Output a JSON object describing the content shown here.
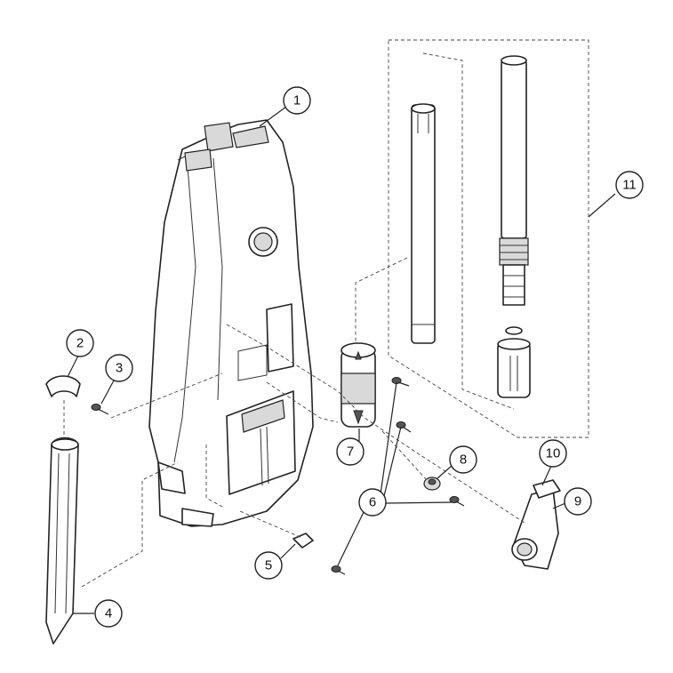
{
  "callouts": {
    "c1": "1",
    "c2": "2",
    "c3": "3",
    "c4": "4",
    "c5": "5",
    "c6": "6",
    "c7": "7",
    "c8": "8",
    "c9": "9",
    "c10": "10",
    "c11": "11"
  },
  "colors": {
    "line": "#222222",
    "shade": "#d9d9d9",
    "background": "#ffffff"
  }
}
